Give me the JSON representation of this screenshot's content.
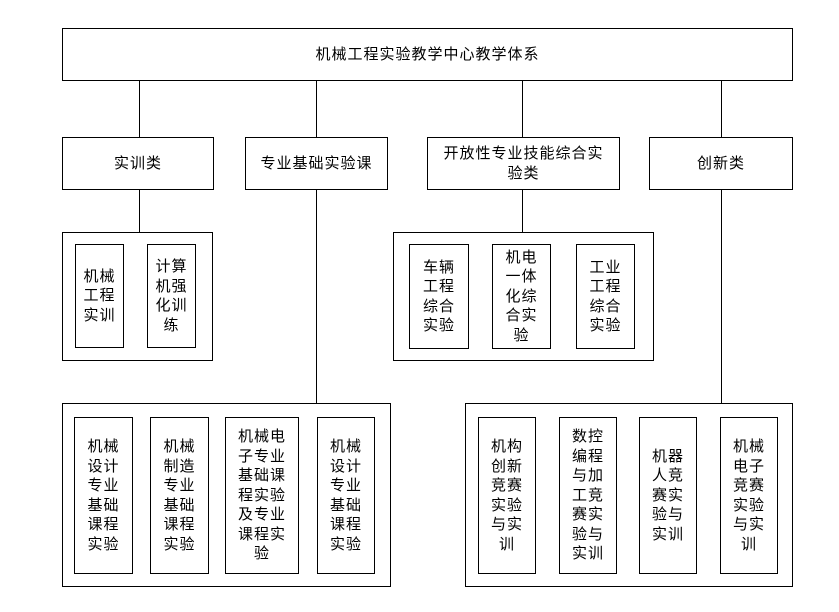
{
  "colors": {
    "border": "#000000",
    "background": "#ffffff",
    "text": "#000000"
  },
  "root_label": "机械工程实验教学中心教学体系",
  "categories": [
    {
      "label": "实训类"
    },
    {
      "label": "专业基础实验课"
    },
    {
      "label": "开放性专业技能综合实\n验类"
    },
    {
      "label": "创新类"
    }
  ],
  "groups": {
    "training": {
      "items": [
        "机械\n工程\n实训",
        "计算\n机强\n化训\n练"
      ]
    },
    "open_skill": {
      "items": [
        "车辆\n工程\n综合\n实验",
        "机电\n一体\n化综\n合实\n验",
        "工业\n工程\n综合\n实验"
      ]
    },
    "basic_course": {
      "items": [
        "机械\n设计\n专业\n基础\n课程\n实验",
        "机械\n制造\n专业\n基础\n课程\n实验",
        "机械电\n子专业\n基础课\n程实验\n及专业\n课程实\n验",
        "机械\n设计\n专业\n基础\n课程\n实验"
      ]
    },
    "innovation": {
      "items": [
        "机构\n创新\n竞赛\n实验\n与实\n训",
        "数控\n编程\n与加\n工竞\n赛实\n验与\n实训",
        "机器\n人竞\n赛实\n验与\n实训",
        "机械\n电子\n竞赛\n实验\n与实\n训"
      ]
    }
  }
}
